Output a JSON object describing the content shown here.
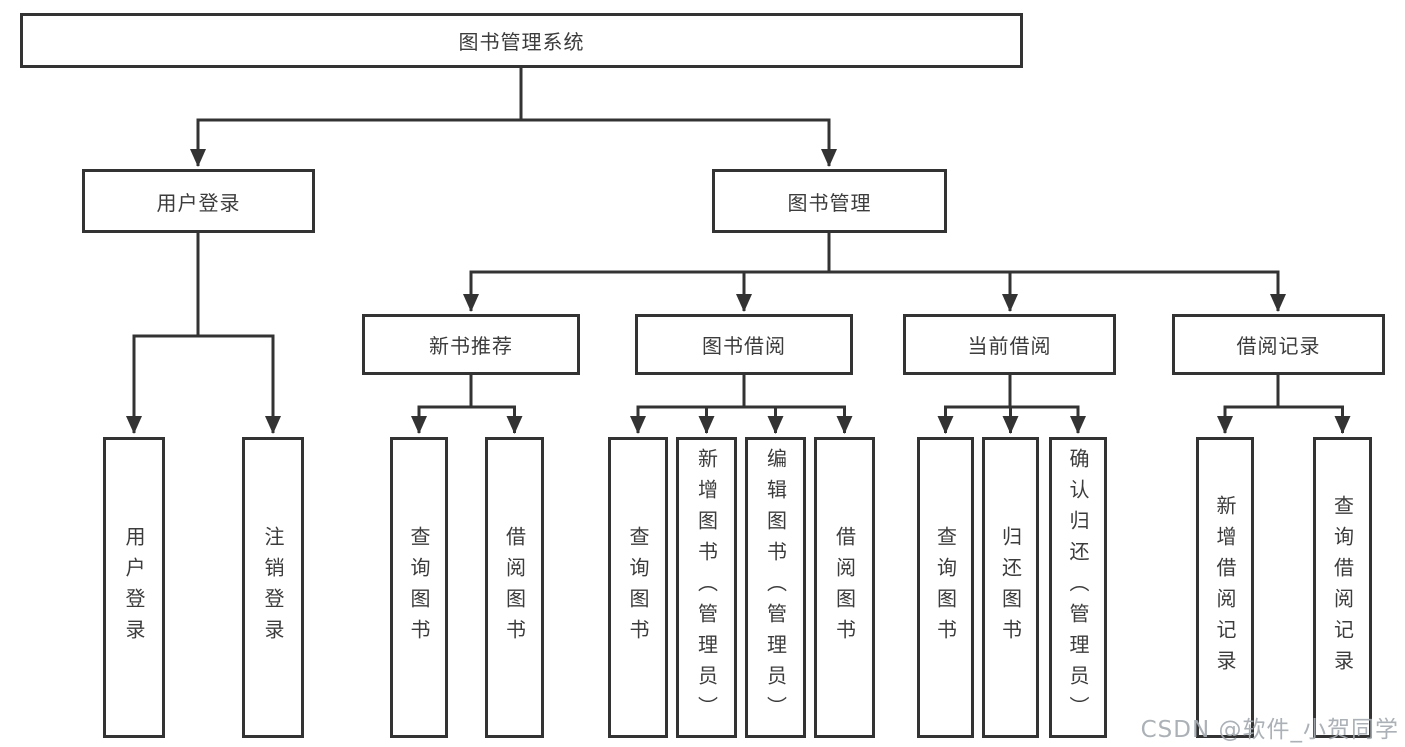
{
  "diagram": {
    "type": "tree",
    "root": {
      "label": "图书管理系统",
      "children": [
        {
          "label": "用户登录",
          "children": [
            {
              "label": "用户登录"
            },
            {
              "label": "注销登录"
            }
          ]
        },
        {
          "label": "图书管理",
          "children": [
            {
              "label": "新书推荐",
              "children": [
                {
                  "label": "查询图书"
                },
                {
                  "label": "借阅图书"
                }
              ]
            },
            {
              "label": "图书借阅",
              "children": [
                {
                  "label": "查询图书"
                },
                {
                  "label": "新增图书（管理员）"
                },
                {
                  "label": "编辑图书（管理员）"
                },
                {
                  "label": "借阅图书"
                }
              ]
            },
            {
              "label": "当前借阅",
              "children": [
                {
                  "label": "查询图书"
                },
                {
                  "label": "归还图书"
                },
                {
                  "label": "确认归还（管理员）"
                }
              ]
            },
            {
              "label": "借阅记录",
              "children": [
                {
                  "label": "新增借阅记录"
                },
                {
                  "label": "查询借阅记录"
                }
              ]
            }
          ]
        }
      ]
    },
    "colors": {
      "line": "#333333",
      "text": "#3c3c3c",
      "box_background": "#ffffff",
      "watermark": "#a4aab0"
    }
  },
  "watermark": "CSDN @软件_小贺同学"
}
